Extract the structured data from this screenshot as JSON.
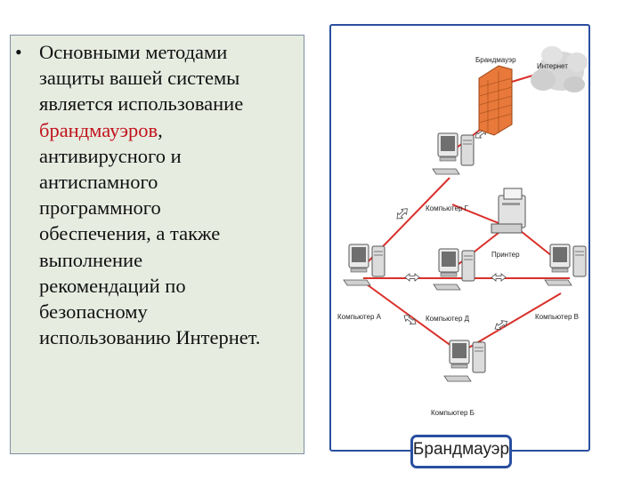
{
  "text_panel": {
    "bullet": "•",
    "before": "Основными методами\nзащиты вашей системы\nявляется использование\n",
    "highlight": "брандмауэров",
    "after": ",\nантивирусного и\nантиспамного\nпрограммного\nобеспечения,  а также\nвыполнение\nрекомендаций по\nбезопасному\nиспользованию Интернет."
  },
  "diagram": {
    "firewall_label": "Брандмауэр",
    "internet_label": "Интернет",
    "computer_g": "Компьютер Г",
    "printer": "Принтер",
    "computer_a": "Компьютер А",
    "computer_d": "Компьютер Д",
    "computer_v": "Компьютер В",
    "computer_b": "Компьютер Б",
    "caption": "Брандмауэр",
    "colors": {
      "link": "#d9302a",
      "frame": "#2a4fa0",
      "firewall": "#e8793a"
    }
  }
}
